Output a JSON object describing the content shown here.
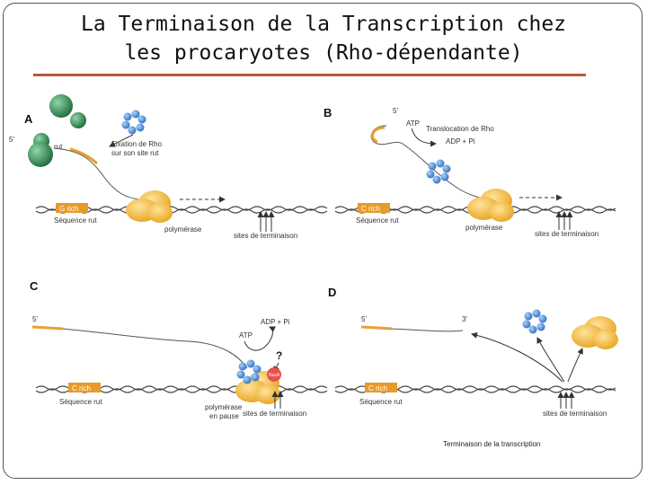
{
  "title": {
    "line1": "La Terminaison de la Transcription chez",
    "line2": "les procaryotes (Rho-dépendante)"
  },
  "panels": {
    "A": {
      "letter": "A",
      "five_prime": "5'",
      "rut_tag": "rut",
      "fixation": [
        "Fixation de Rho",
        "sur son site rut"
      ],
      "gc": "G rich",
      "sequence": "Séquence rut",
      "polymerase": "polymérase",
      "sites": "sites de terminaison"
    },
    "B": {
      "letter": "B",
      "five_prime": "5'",
      "atp": "ATP",
      "translocation": "Translocation de Rho",
      "adp": "ADP + Pi",
      "gc": "C rich",
      "sequence": "Séquence rut",
      "polymerase": "polymérase",
      "sites": "sites de terminaison"
    },
    "C": {
      "letter": "C",
      "five_prime": "5'",
      "adp": "ADP + Pi",
      "atp": "ATP",
      "question": "?",
      "nusa": "NusA",
      "gc": "C rich",
      "sequence": "Séquence rut",
      "polymerase": [
        "polymérase",
        "en pause"
      ],
      "sites": "sites de terminaison"
    },
    "D": {
      "letter": "D",
      "five_prime": "5'",
      "three_prime": "3'",
      "gc": "C rich",
      "sequence": "Séquence rut",
      "sites": "sites de terminaison",
      "caption": "Terminaison de la transcription"
    }
  },
  "colors": {
    "title_rule": "#b85a3a",
    "rna": "#e8a030",
    "polymerase": "#f0b030",
    "rho": "#4a8fd6",
    "ribosome": "#2e8b57",
    "gc_box": "#e89a2a",
    "nusa": "#e85050"
  }
}
